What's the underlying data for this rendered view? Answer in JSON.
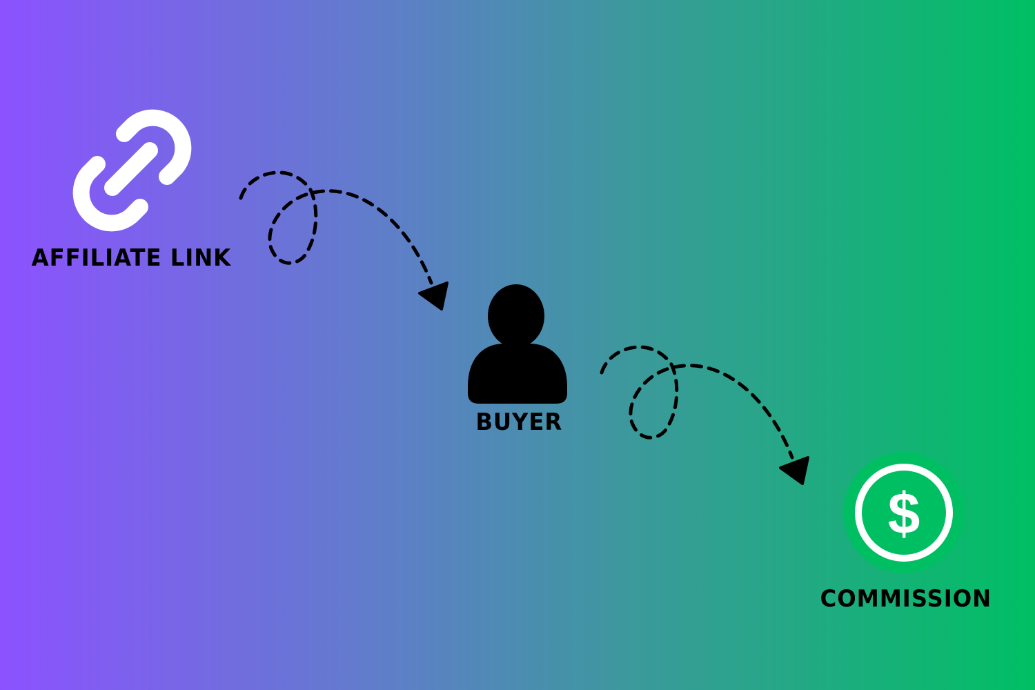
{
  "nodes": [
    {
      "label": "AFFILIATE LINK",
      "icon": "link-icon"
    },
    {
      "label": "BUYER",
      "icon": "person-icon"
    },
    {
      "label": "COMMISSION",
      "icon": "dollar-coin-icon"
    }
  ],
  "colors": {
    "gradient_start": "#8c52ff",
    "gradient_end": "#00bf63",
    "coin": "#00bf63",
    "icon_white": "#ffffff",
    "ink": "#000000"
  }
}
